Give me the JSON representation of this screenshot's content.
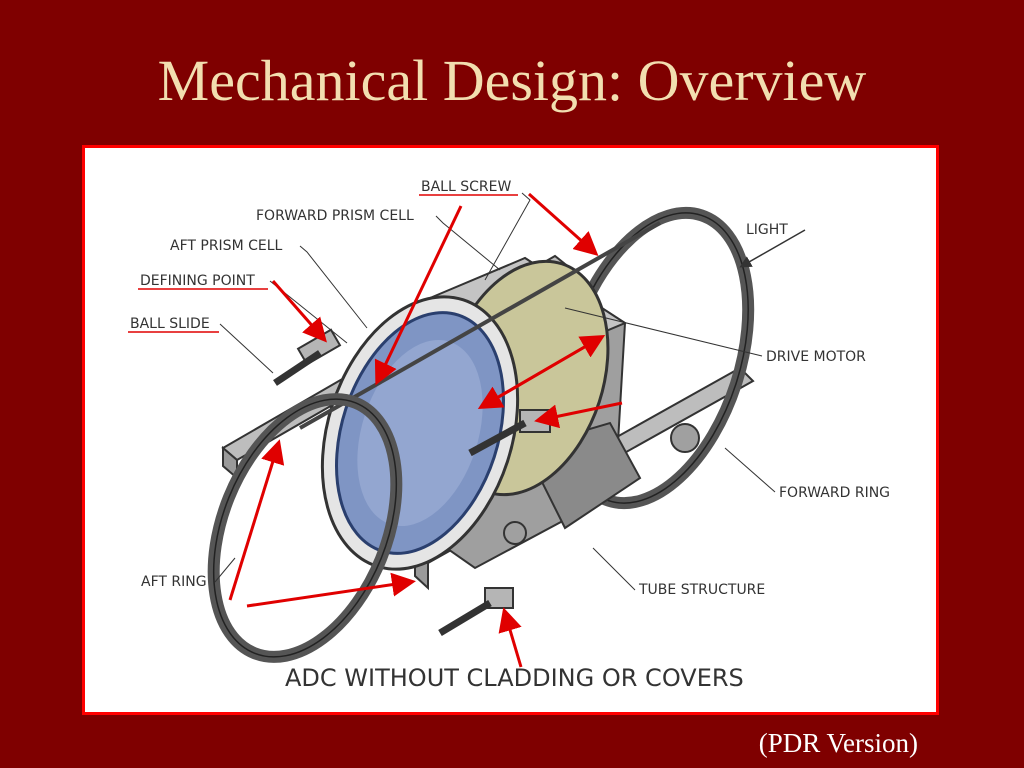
{
  "slide": {
    "title": "Mechanical Design: Overview",
    "footer": "(PDR Version)"
  },
  "figure": {
    "caption": "ADC WITHOUT CLADDING OR COVERS",
    "labels": {
      "ball_screw": "BALL SCREW",
      "forward_prism_cell": "FORWARD PRISM CELL",
      "aft_prism_cell": "AFT PRISM CELL",
      "defining_point": "DEFINING POINT",
      "ball_slide": "BALL SLIDE",
      "light": "LIGHT",
      "drive_motor": "DRIVE MOTOR",
      "forward_ring": "FORWARD RING",
      "tube_structure": "TUBE STRUCTURE",
      "aft_ring": "AFT RING"
    }
  },
  "colors": {
    "background": "#7f0000",
    "title": "#f2deb0",
    "frame": "#ff0000",
    "arrow": "#e00000",
    "lens": "#7f95c4",
    "prism_cell": "#c9c69a"
  }
}
